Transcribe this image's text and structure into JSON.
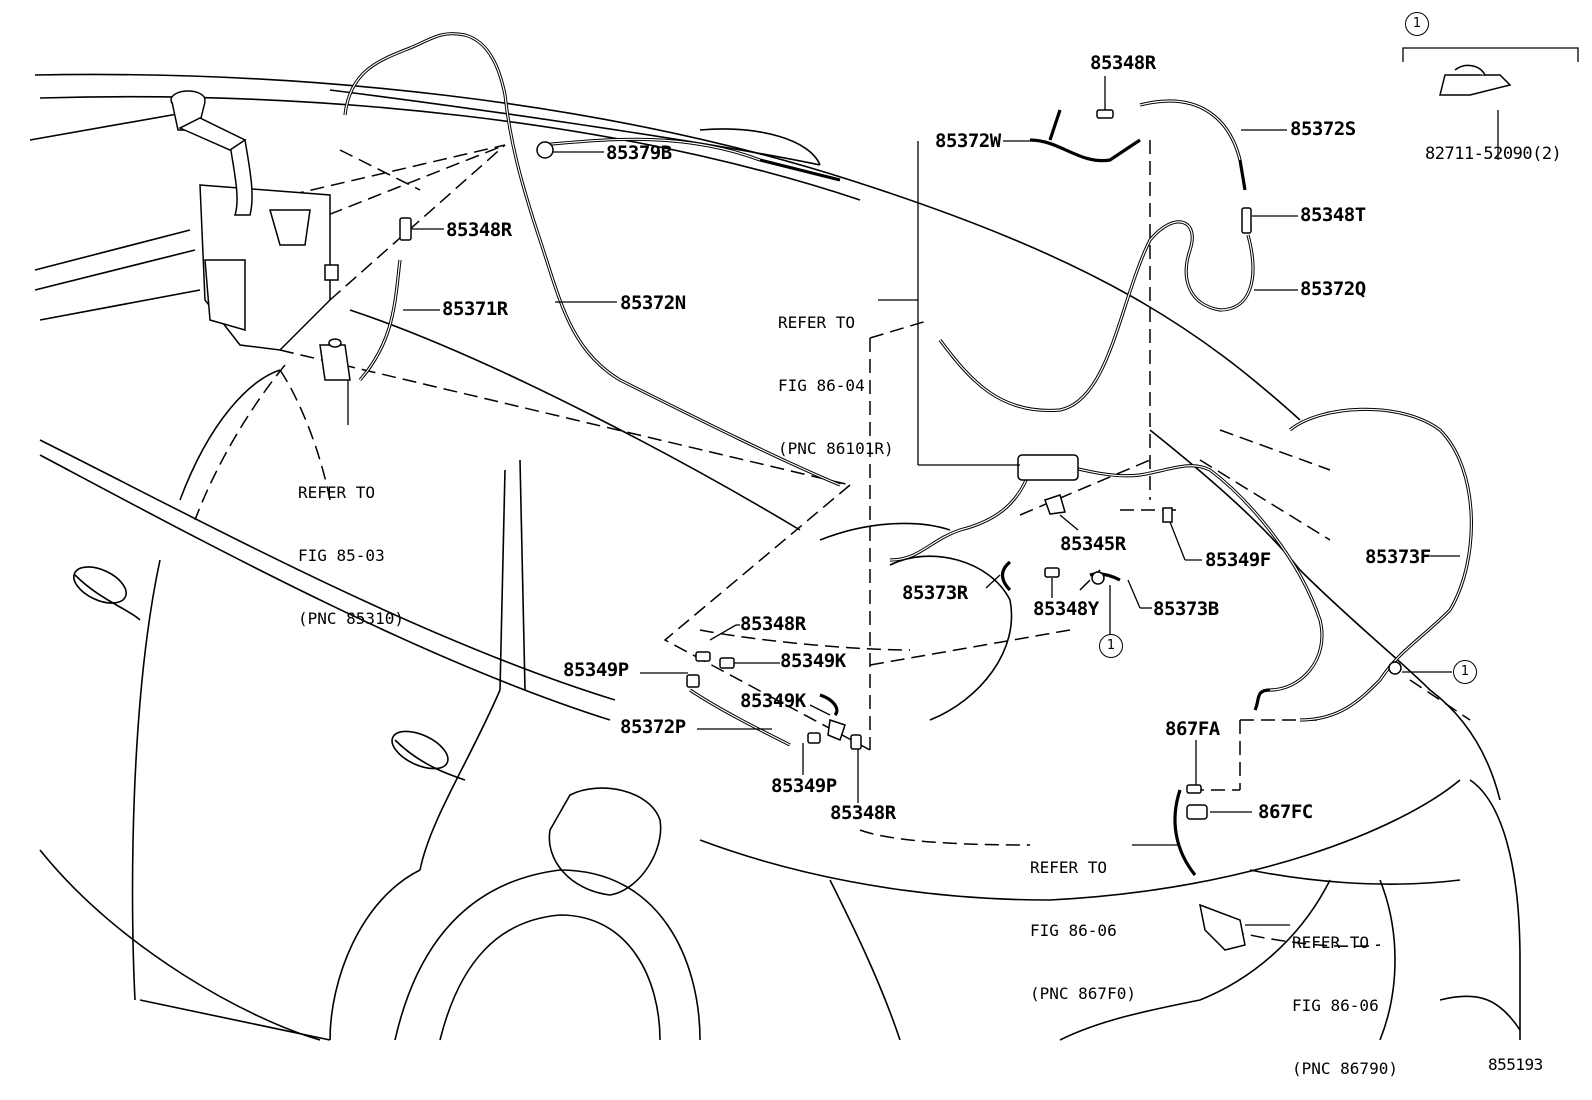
{
  "diagram_id": "855193",
  "callout_circle": "1",
  "kit": {
    "callout": "1",
    "part": "82711-52090(2)"
  },
  "labels": {
    "p85348R_top": "85348R",
    "p85372S": "85372S",
    "p85372W": "85372W",
    "p85348T": "85348T",
    "p85372Q": "85372Q",
    "p85379B": "85379B",
    "p85348R_tank": "85348R",
    "p85371R": "85371R",
    "p85372N": "85372N",
    "p85345R": "85345R",
    "p85349F": "85349F",
    "p85373F": "85373F",
    "p85373R": "85373R",
    "p85348Y": "85348Y",
    "p85373B": "85373B",
    "p85348R_mid": "85348R",
    "p85349P_mid": "85349P",
    "p85349K_mid": "85349K",
    "p85349K_low": "85349K",
    "p85372P": "85372P",
    "p85349P_low": "85349P",
    "p85348R_low": "85348R",
    "p867FA": "867FA",
    "p867FC": "867FC"
  },
  "refs": {
    "fig8604": {
      "line1": "REFER TO",
      "line2": "FIG 86-04",
      "line3": "(PNC 86101R)"
    },
    "fig8503": {
      "line1": "REFER TO",
      "line2": "FIG 85-03",
      "line3": "(PNC 85310)"
    },
    "fig8606a": {
      "line1": "REFER TO",
      "line2": "FIG 86-06",
      "line3": "(PNC 867F0)"
    },
    "fig8606b": {
      "line1": "REFER TO",
      "line2": "FIG 86-06",
      "line3": "(PNC 86790)"
    }
  }
}
